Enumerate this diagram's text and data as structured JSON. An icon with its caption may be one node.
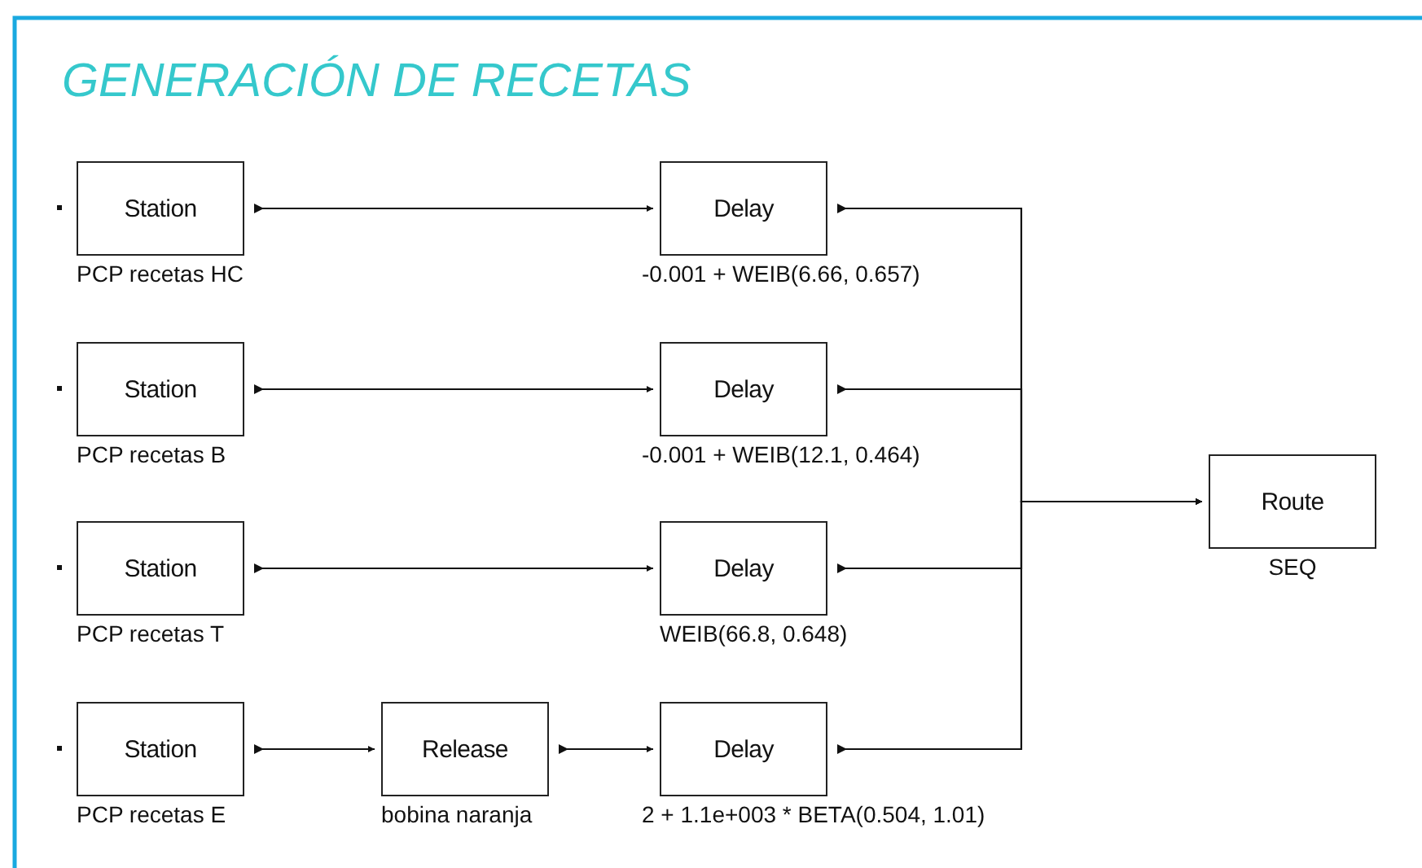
{
  "diagram": {
    "title": "GENERACIÓN DE RECETAS",
    "nodes": [
      {
        "text": [
          "Station"
        ],
        "beside": [
          "PCP recetas HC"
        ]
      },
      {
        "text": [
          "Delay"
        ],
        "beside": [
          "-0.001 + WEIB(6.66, 0.657)"
        ]
      },
      {
        "text": [
          "Station"
        ],
        "beside": [
          "PCP recetas B"
        ]
      },
      {
        "text": [
          "Delay"
        ],
        "beside": [
          "-0.001 + WEIB(12.1, 0.464)"
        ]
      },
      {
        "text": [
          "Route"
        ],
        "beside": [
          "SEQ"
        ]
      },
      {
        "text": [
          "Station"
        ],
        "beside": [
          "PCP recetas T"
        ]
      },
      {
        "text": [
          "Delay"
        ],
        "beside": [
          "WEIB(66.8, 0.648)"
        ]
      },
      {
        "text": [
          "Station"
        ],
        "beside": [
          "PCP recetas E"
        ]
      },
      {
        "text": [
          "Release"
        ],
        "beside": [
          "bobina naranja"
        ]
      },
      {
        "text": [
          "Delay"
        ],
        "beside": [
          "2 + 1.1e+003 * BETA(0.504, 1.01)"
        ]
      }
    ],
    "edges": [
      {
        "from": 0,
        "to": 1,
        "arrow": "to"
      },
      {
        "from": 2,
        "to": 3,
        "arrow": "to"
      },
      {
        "from": 5,
        "to": 6,
        "arrow": "to"
      },
      {
        "from": 7,
        "to": 8,
        "arrow": "to"
      },
      {
        "from": 8,
        "to": 9,
        "arrow": "to"
      },
      {
        "from": 1,
        "to": 4,
        "arrow": "to"
      },
      {
        "from": 3,
        "to": 4,
        "arrow": "to"
      },
      {
        "from": 6,
        "to": 4,
        "arrow": "to"
      },
      {
        "from": 9,
        "to": 4,
        "arrow": "to"
      }
    ]
  }
}
